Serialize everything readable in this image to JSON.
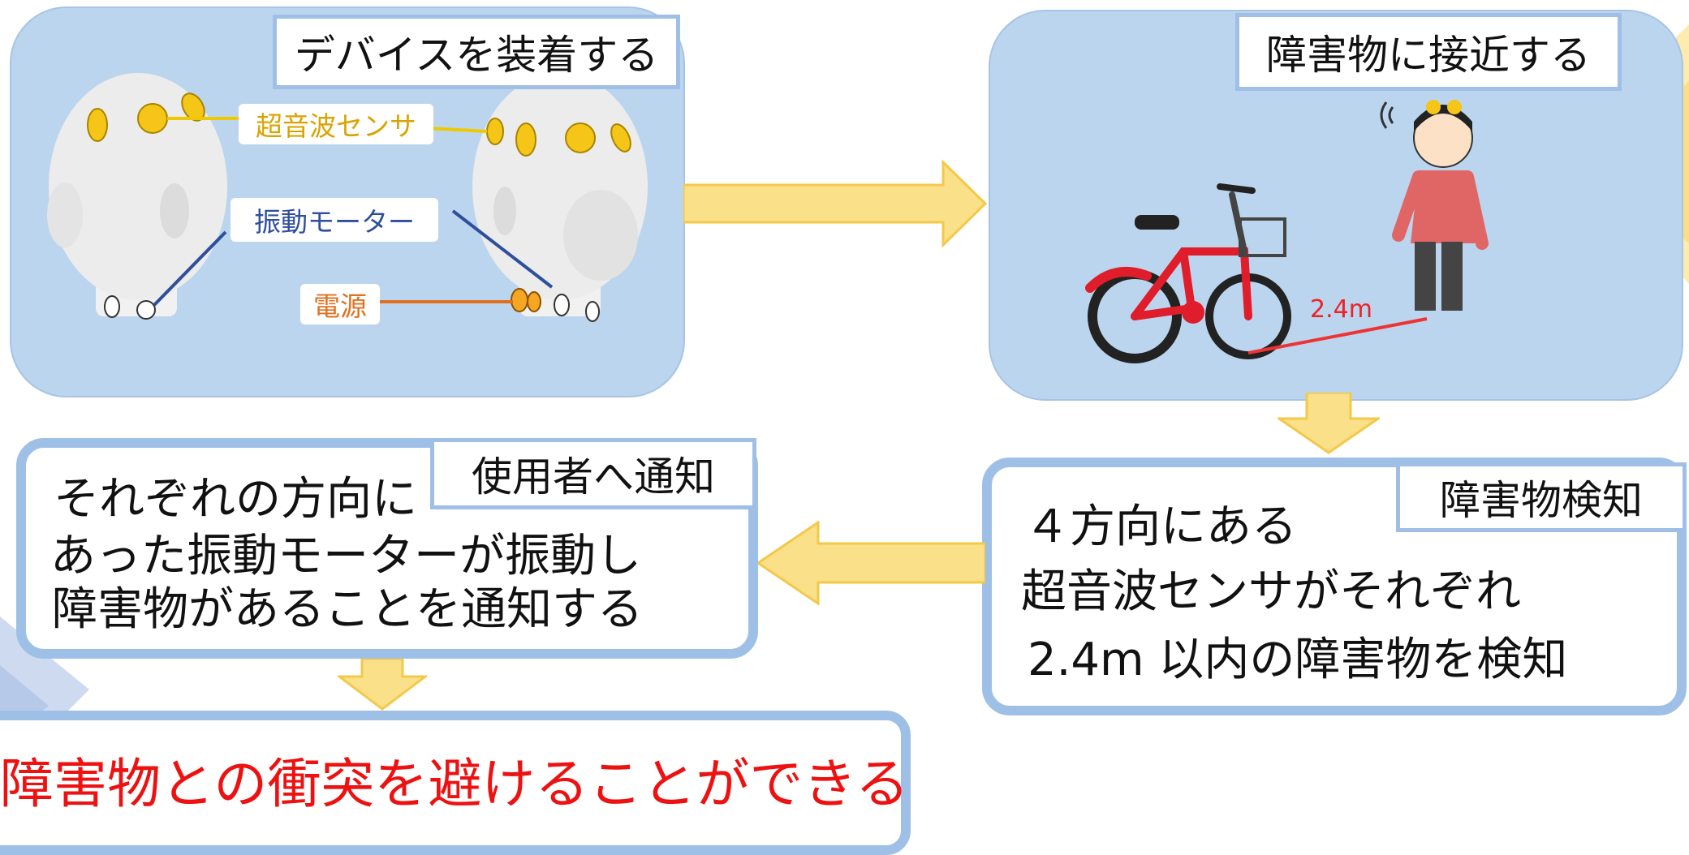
{
  "steps": {
    "wear": {
      "tag": "デバイスを装着する",
      "labels": {
        "sensor": "超音波センサ",
        "motor": "振動モーター",
        "power": "電源"
      }
    },
    "approach": {
      "tag": "障害物に接近する",
      "distance": "2.4m"
    },
    "detect": {
      "tag": "障害物検知",
      "lines": [
        "４方向にある",
        "超音波センサがそれぞれ",
        "2.4m 以内の障害物を検知"
      ]
    },
    "notify": {
      "tag": "使用者へ通知",
      "lines": [
        "それぞれの方向に",
        "あった振動モーターが振動し",
        "障害物があることを通知する"
      ]
    }
  },
  "result": "障害物との衝突を避けることができる",
  "colors": {
    "panel": "#bcd5ee",
    "tag_border": "#9fbfe6",
    "arrow": "#fbe08a",
    "sensor_label": "#d9a400",
    "motor_label": "#2e4f9c",
    "power_label": "#e07020",
    "result_text": "#ee1111",
    "distance_line": "#ee3333"
  }
}
